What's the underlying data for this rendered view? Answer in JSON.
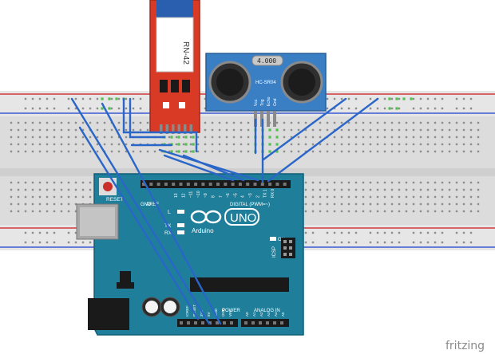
{
  "bluetooth_module": {
    "label": "RN-42",
    "board_color": "#d83a26",
    "shield_color": "#ffffff"
  },
  "ultrasonic_sensor": {
    "crystal_label": "4.000",
    "model_label": "HC-SR04",
    "board_color": "#3a7fc4",
    "pin_labels": [
      "Vcc",
      "Trig",
      "Echo",
      "Gnd"
    ]
  },
  "arduino": {
    "board_color": "#1f7f9a",
    "logo_text": "UNO",
    "brand_text": "Arduino",
    "reset_label": "RESET",
    "digital_label": "DIGITAL (PWM=~)",
    "power_label": "POWER",
    "analog_label": "ANALOG IN",
    "icsp_label": "ICSP",
    "on_label": "ON",
    "l_label": "L",
    "tx_label": "TX",
    "rx_label": "RX",
    "aref_label": "AREF",
    "gnd_label": "GND",
    "digital_pins": [
      "13",
      "12",
      "~11",
      "~10",
      "~9",
      "8",
      "7",
      "~6",
      "~5",
      "4",
      "~3",
      "2",
      "TX 1",
      "RX 0"
    ],
    "power_pins": [
      "IOREF",
      "RESET",
      "3V3",
      "5V",
      "GND",
      "GND",
      "VIN"
    ],
    "analog_pins": [
      "A0",
      "A1",
      "A2",
      "A3",
      "A4",
      "A5"
    ]
  },
  "breadboard": {
    "body_color": "#dedede",
    "rail_red": "#d23a3a",
    "rail_blue": "#3a5ad2"
  },
  "wire_color": "#2a66c8",
  "watermark": "fritzing"
}
